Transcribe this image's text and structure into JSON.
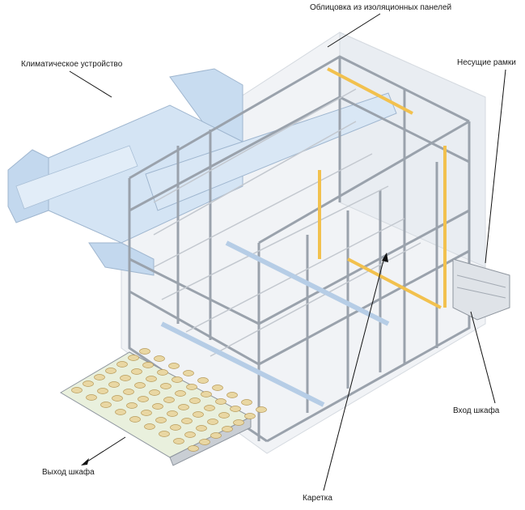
{
  "labels": {
    "cladding": "Облицовка из изоляционных панелей",
    "climate_unit": "Климатическое устройство",
    "frames": "Несущие рамки",
    "inlet": "Вход шкафа",
    "outlet": "Выход шкафа",
    "carriage": "Каретка"
  },
  "colors": {
    "frame": "#b9bfc7",
    "frame_dark": "#8e959e",
    "duct": "#c8dcf0",
    "duct_edge": "#9fb6cf",
    "accent_yellow": "#f2c14e",
    "panel": "#eef1f5",
    "tray": "#e6efd8",
    "bun": "#e9d7a3"
  }
}
